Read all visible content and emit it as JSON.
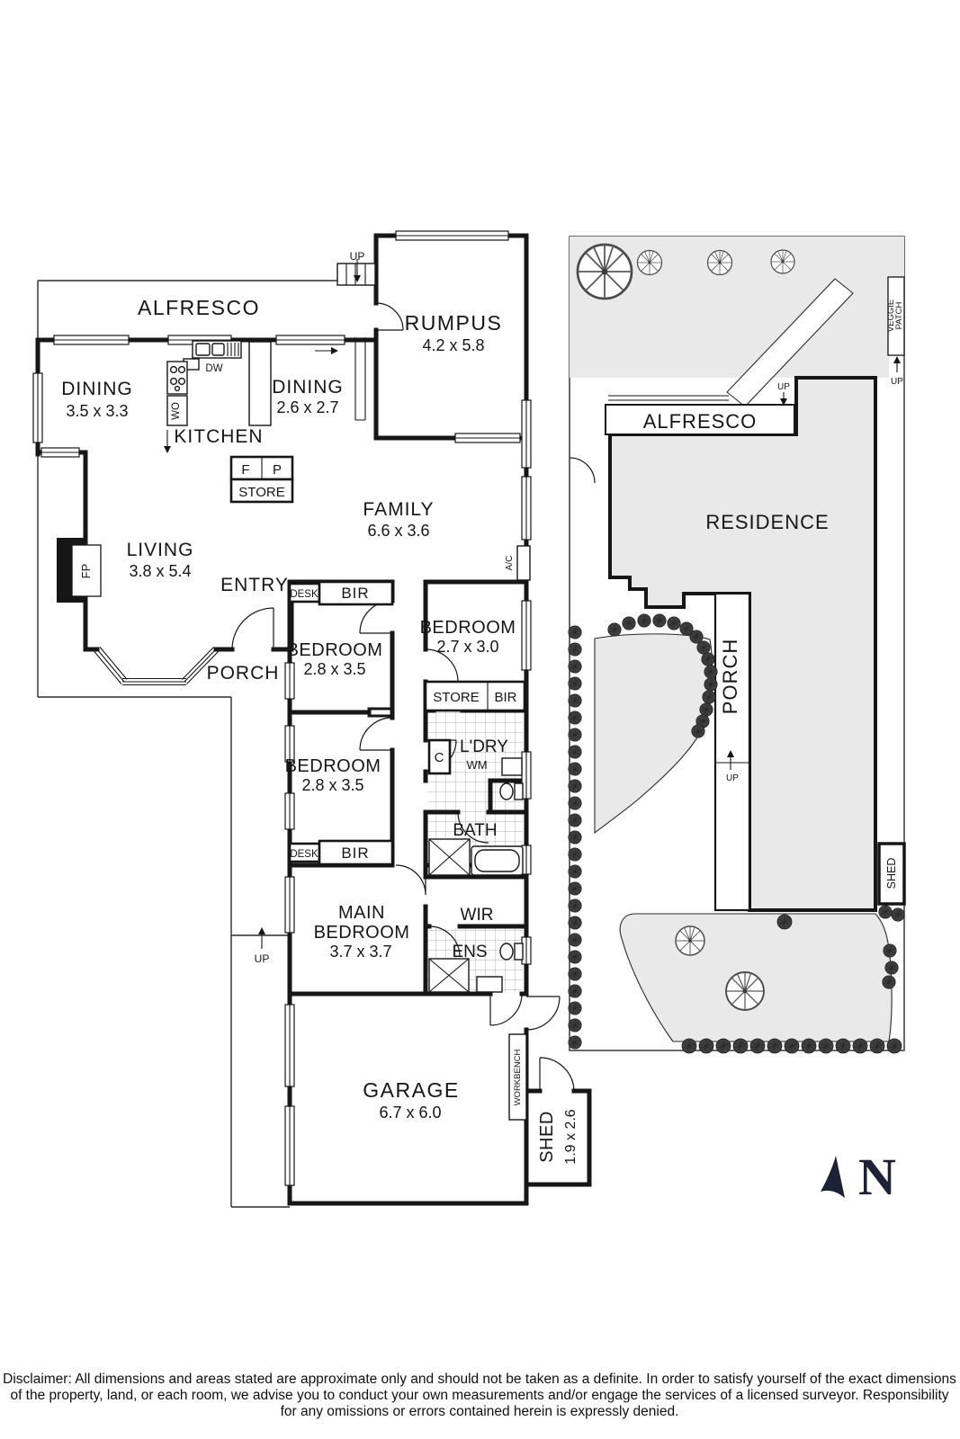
{
  "fp": {
    "alfresco": "ALFRESCO",
    "rumpus": "RUMPUS",
    "rumpus_d": "4.2 x 5.8",
    "dining1": "DINING",
    "dining1_d": "3.5 x 3.3",
    "dining2": "DINING",
    "dining2_d": "2.6 x 2.7",
    "kitchen": "KITCHEN",
    "family": "FAMILY",
    "family_d": "6.6 x 3.6",
    "living": "LIVING",
    "living_d": "3.8 x 5.4",
    "entry": "ENTRY",
    "porch": "PORCH",
    "bed1": "BEDROOM",
    "bed1_d": "2.8 x 3.5",
    "bed2": "BEDROOM",
    "bed2_d": "2.8 x 3.5",
    "bed3": "BEDROOM",
    "bed3_d": "2.7 x 3.0",
    "main1": "MAIN",
    "main2": "BEDROOM",
    "main_d": "3.7 x 3.7",
    "garage": "GARAGE",
    "garage_d": "6.7 x 6.0",
    "shed": "SHED",
    "shed_d": "1.9 x 2.6",
    "wir": "WIR",
    "ens": "ENS",
    "bath": "BATH",
    "ldry": "L'DRY",
    "wm": "WM",
    "c": "C",
    "f": "F",
    "p": "P",
    "store": "STORE",
    "store2": "STORE",
    "bir": "BIR",
    "desk": "DESK",
    "up": "UP",
    "dw": "DW",
    "wo": "WO",
    "ac": "A/C",
    "fpl": "FP",
    "workbench": "WORKBENCH"
  },
  "sp": {
    "alfresco": "ALFRESCO",
    "residence": "RESIDENCE",
    "porch": "PORCH",
    "shed": "SHED",
    "veggie1": "VEGGIE",
    "veggie2": "PATCH",
    "up": "UP"
  },
  "compass": {
    "north": "N"
  },
  "disclaimer": {
    "line1": "Disclaimer: All dimensions and areas stated are approximate only and should not be taken as a definite. In order to satisfy yourself of the exact dimensions",
    "line2": "of the property, land, or each room, we advise you to conduct your own measurements and/or engage the services of a licensed surveyor. Responsibility",
    "line3": "for any omissions or errors contained herein is expressly denied."
  }
}
